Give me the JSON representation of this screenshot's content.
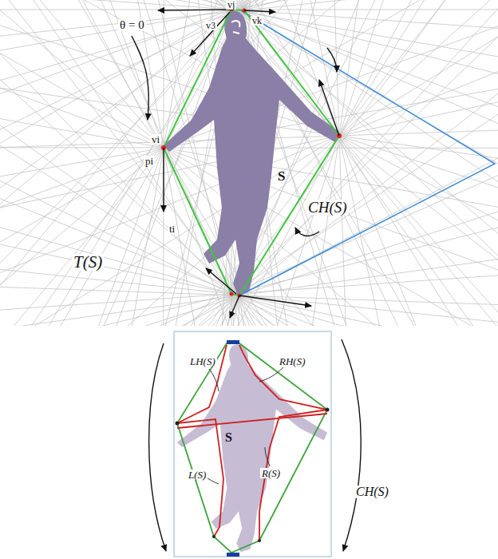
{
  "diagram": {
    "labels": [
      "θ = 0",
      "vj",
      "v3",
      "vk",
      "vi",
      "pi",
      "ti",
      "S",
      "CH(S)",
      "T(S)",
      "LH(S)",
      "RH(S)",
      "S",
      "L(S)",
      "R(S)",
      "CH(S)"
    ]
  }
}
